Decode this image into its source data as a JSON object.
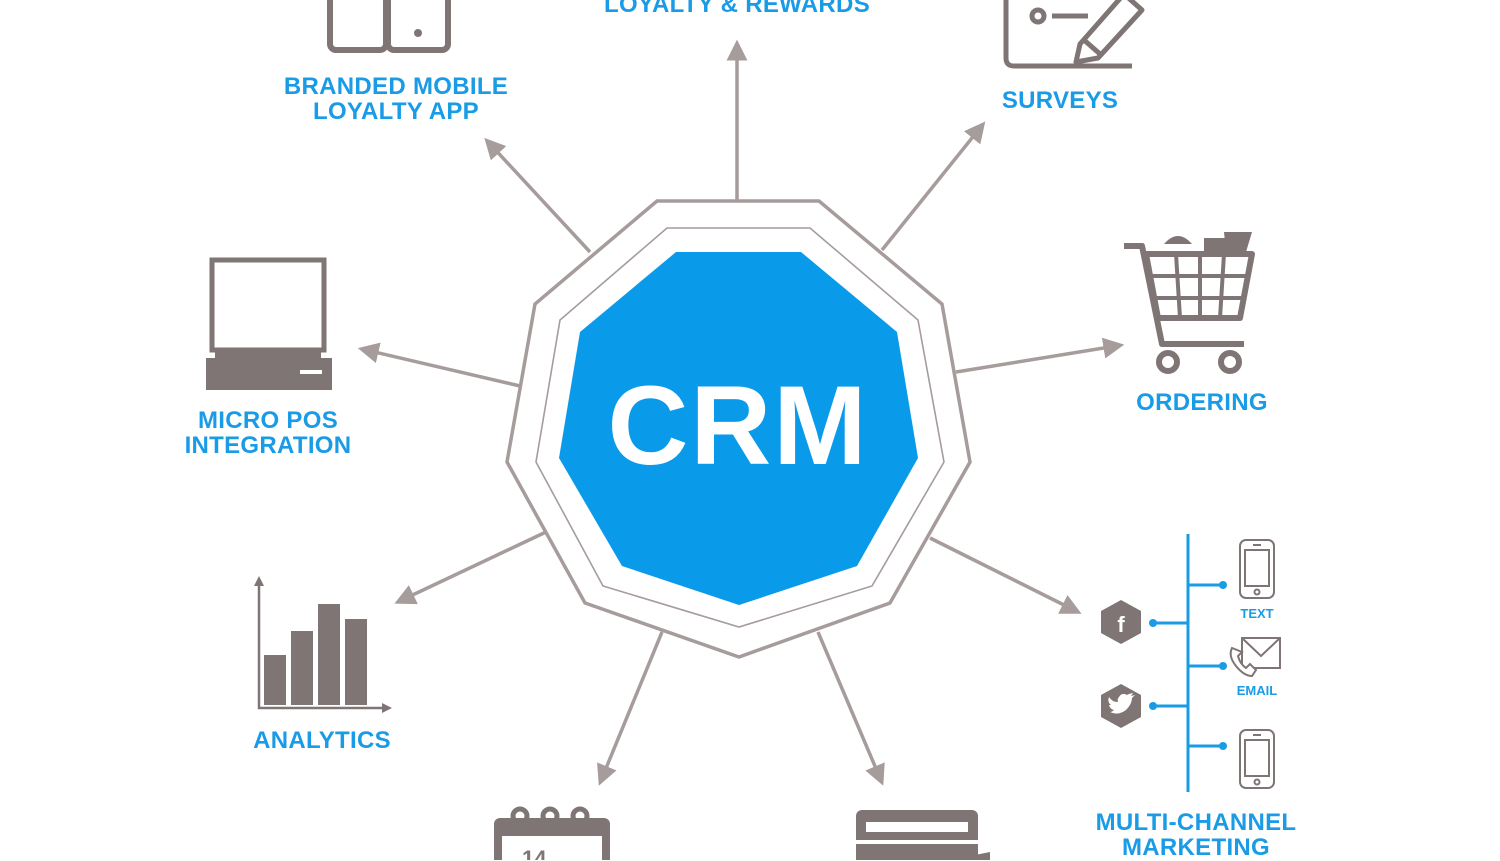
{
  "colors": {
    "accent": "#1a9be6",
    "hub": "#0a9aea",
    "gray": "#7f7574",
    "outline": "#a59c9b"
  },
  "center": {
    "text": "CRM"
  },
  "nodes": {
    "loyalty_rewards": {
      "label": "LOYALTY & REWARDS",
      "icon": "loyalty-icon"
    },
    "branded_app": {
      "line1": "BRANDED MOBILE",
      "line2": "LOYALTY APP",
      "icon": "mobile-devices-icon"
    },
    "surveys": {
      "label": "SURVEYS",
      "icon": "survey-clipboard-icon"
    },
    "micro_pos": {
      "line1": "MICRO POS",
      "line2": "INTEGRATION",
      "icon": "pos-terminal-icon"
    },
    "ordering": {
      "label": "ORDERING",
      "icon": "shopping-cart-icon"
    },
    "analytics": {
      "label": "ANALYTICS",
      "icon": "bar-chart-icon"
    },
    "multi_channel": {
      "line1": "MULTI-CHANNEL",
      "line2": "MARKETING",
      "channels": {
        "text": "TEXT",
        "email": "EMAIL"
      },
      "icons": [
        "facebook-icon",
        "twitter-icon",
        "phone-icon",
        "envelope-icon"
      ]
    },
    "bottom_left": {
      "icon": "calendar-icon"
    },
    "bottom_right": {
      "icon": "credit-card-icon"
    }
  }
}
